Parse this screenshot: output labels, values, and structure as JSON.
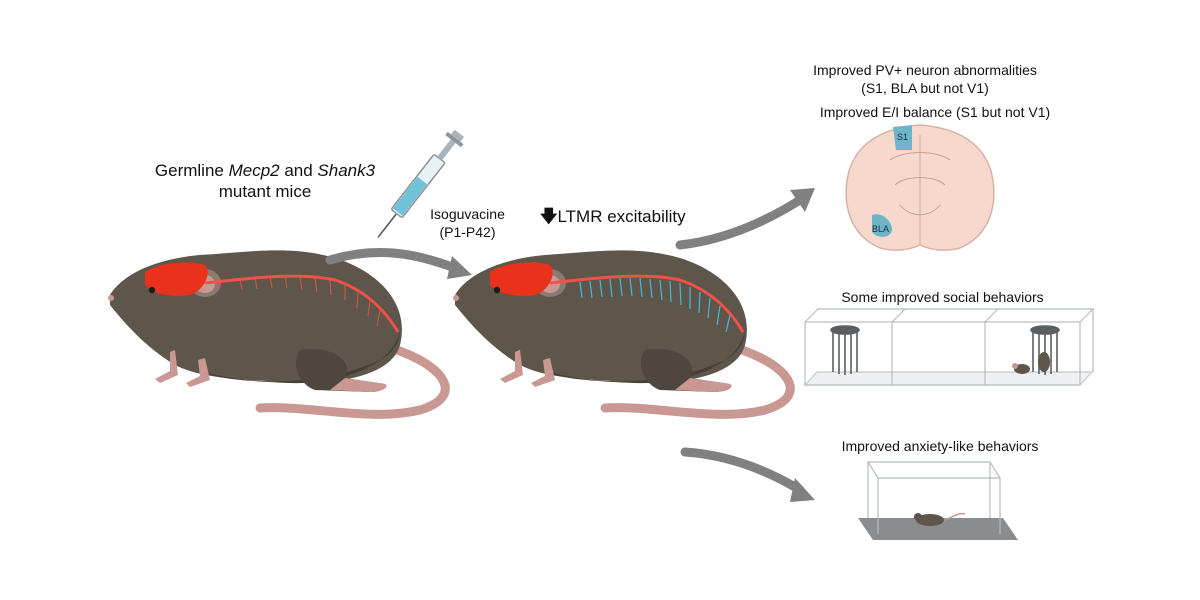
{
  "left_label": {
    "line1_prefix": "Germline ",
    "gene1": "Mecp2",
    "line1_mid": " and ",
    "gene2": "Shank3",
    "line2": "mutant mice"
  },
  "treatment": {
    "drug": "Isoguvacine",
    "window": "(P1-P42)"
  },
  "effect": {
    "arrow_glyph": "🡇",
    "text": "LTMR excitability"
  },
  "outcomes": {
    "pv_line1": "Improved PV+ neuron abnormalities",
    "pv_line2": "(S1, BLA but not V1)",
    "ei_balance": "Improved E/I balance (S1 but not V1)",
    "brain_region_s1": "S1",
    "brain_region_bla": "BLA",
    "social": "Some improved social behaviors",
    "anxiety": "Improved anxiety-like behaviors"
  },
  "colors": {
    "mouse_body": "#5e554b",
    "mouse_shadow": "#463f37",
    "brain_red": "#e8321c",
    "spinal_red": "#f0524a",
    "nerve_blue": "#47b8d8",
    "tail_pink": "#c99893",
    "arrow_gray": "#808080",
    "brain_slice": "#f6d9cc",
    "region_teal": "#6fb5c8"
  },
  "icons": [
    "syringe-icon",
    "mouse-icon",
    "brain-slice-icon",
    "three-chamber-box-icon",
    "open-field-box-icon"
  ]
}
